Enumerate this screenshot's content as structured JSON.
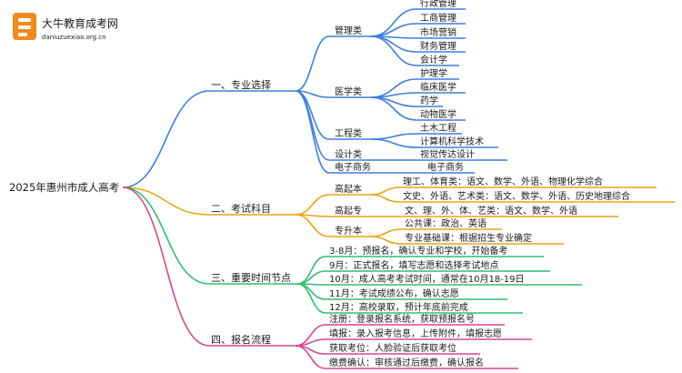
{
  "logo": {
    "name": "大牛教育成考网",
    "url": "daniuzuexiao.org.cn"
  },
  "root": "2025年惠州市成人高考",
  "branches": [
    {
      "label": "一、专业选择",
      "color": "#3d7fe0",
      "groups": [
        {
          "label": "管理类",
          "items": [
            "行政管理",
            "工商管理",
            "市场营销",
            "财务管理",
            "会计学"
          ]
        },
        {
          "label": "医学类",
          "items": [
            "护理学",
            "临床医学",
            "药学",
            "动物医学"
          ]
        },
        {
          "label": "工程类",
          "items": [
            "土木工程",
            "计算机科学技术"
          ]
        },
        {
          "label": "设计类",
          "items": [
            "视觉传达设计"
          ]
        },
        {
          "label": "电子商务",
          "items": [
            "电子商务"
          ]
        }
      ]
    },
    {
      "label": "二、考试科目",
      "color": "#e8a317",
      "groups": [
        {
          "label": "高起本",
          "items": [
            "理工、体育类：语文、数学、外语、物理化学综合",
            "文史、外语、艺术类：语文、数学、外语、历史地理综合"
          ]
        },
        {
          "label": "高起专",
          "items": [
            "文、理、外、体、艺类：语文、数学、外语"
          ]
        },
        {
          "label": "专升本",
          "items": [
            "公共课：政治、英语",
            "专业基础课：根据招生专业确定"
          ]
        }
      ]
    },
    {
      "label": "三、重要时间节点",
      "color": "#2fbf71",
      "items": [
        "3-8月：预报名，确认专业和学校，开始备考",
        "9月：正式报名，填写志愿和选择考试地点",
        "10月：成人高考考试时间，通常在10月18-19日",
        "11月：考试成绩公布，确认志愿",
        "12月：高校录取，预计年底前完成"
      ]
    },
    {
      "label": "四、报名流程",
      "color": "#d9468f",
      "items": [
        "注册：登录报名系统，获取预报名号",
        "填报：录入报考信息，上传附件，填报志愿",
        "获取考位：人脸验证后获取考位",
        "缴费确认：审核通过后缴费，确认报名"
      ]
    }
  ]
}
